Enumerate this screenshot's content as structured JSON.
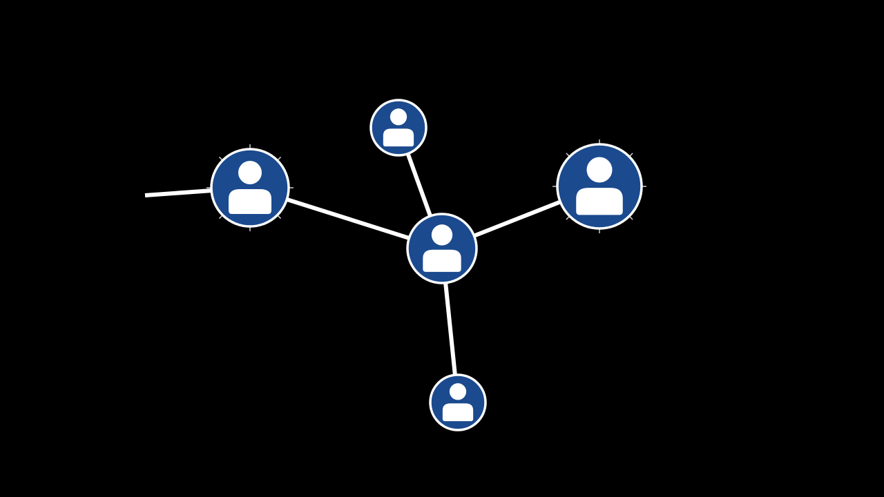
{
  "diagram": {
    "type": "network",
    "background_color": "#000000",
    "node_fill_color": "#1b4a8e",
    "node_stroke_color": "#ffffff",
    "edge_color": "#ffffff",
    "node_icon": "user-icon",
    "nodes": [
      {
        "id": "center"
      },
      {
        "id": "top"
      },
      {
        "id": "left"
      },
      {
        "id": "right"
      },
      {
        "id": "bottom"
      }
    ],
    "edges": [
      {
        "from": "center",
        "to": "top"
      },
      {
        "from": "center",
        "to": "left"
      },
      {
        "from": "center",
        "to": "right"
      },
      {
        "from": "center",
        "to": "bottom"
      },
      {
        "from": "left",
        "to": "offscreen-left"
      }
    ]
  }
}
